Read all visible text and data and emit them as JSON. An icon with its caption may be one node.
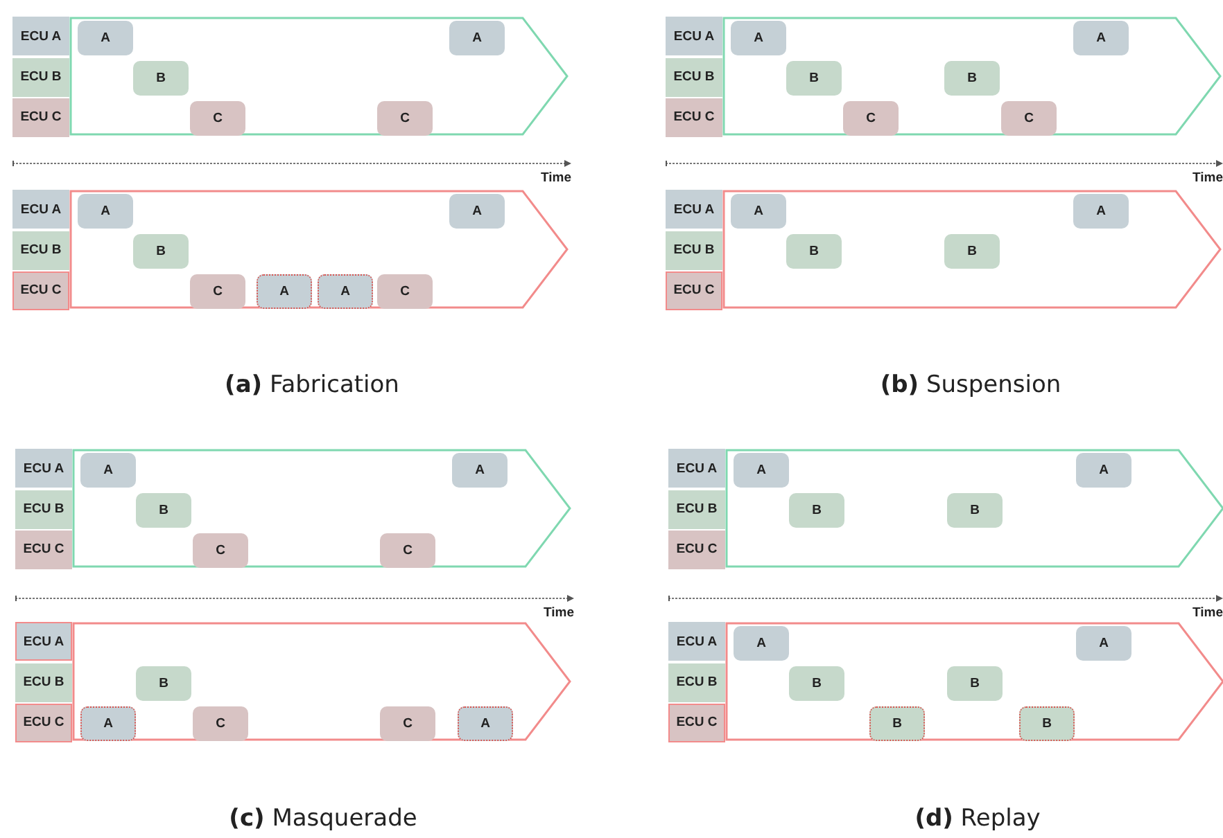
{
  "diagram": {
    "nodes": [
      {
        "text": [
          "ECU A"
        ]
      },
      {
        "text": [
          "ECU B"
        ]
      },
      {
        "text": [
          "ECU C"
        ]
      },
      {
        "text": [],
        "shape": "arrow"
      },
      {
        "text": [
          "A"
        ],
        "in": 3
      },
      {
        "text": [
          "B"
        ],
        "in": 3
      },
      {
        "text": [
          "C"
        ],
        "in": 3
      },
      {
        "text": [
          "C"
        ],
        "in": 3
      },
      {
        "text": [
          "A"
        ],
        "in": 3
      },
      {
        "text": [
          "ECU A"
        ]
      },
      {
        "text": [
          "ECU B"
        ]
      },
      {
        "text": [
          "ECU C"
        ]
      },
      {
        "text": [],
        "shape": "arrow"
      },
      {
        "text": [
          "A"
        ],
        "in": 12
      },
      {
        "text": [
          "B"
        ],
        "in": 12
      },
      {
        "text": [
          "C"
        ],
        "in": 12
      },
      {
        "text": [
          "A"
        ],
        "in": 12
      },
      {
        "text": [
          "A"
        ],
        "in": 12
      },
      {
        "text": [
          "C"
        ],
        "in": 12
      },
      {
        "text": [
          "A"
        ],
        "in": 12
      },
      {
        "text": [
          "ECU A"
        ]
      },
      {
        "text": [
          "ECU B"
        ]
      },
      {
        "text": [
          "ECU C"
        ]
      },
      {
        "text": [],
        "shape": "arrow"
      },
      {
        "text": [
          "A"
        ],
        "in": 23
      },
      {
        "text": [
          "B"
        ],
        "in": 23
      },
      {
        "text": [
          "C"
        ],
        "in": 23
      },
      {
        "text": [
          "B"
        ],
        "in": 23
      },
      {
        "text": [
          "C"
        ],
        "in": 23
      },
      {
        "text": [
          "A"
        ],
        "in": 23
      },
      {
        "text": [
          "ECU A"
        ]
      },
      {
        "text": [
          "ECU B"
        ]
      },
      {
        "text": [
          "ECU C"
        ]
      },
      {
        "text": [],
        "shape": "arrow"
      },
      {
        "text": [
          "A"
        ],
        "in": 33
      },
      {
        "text": [
          "B"
        ],
        "in": 33
      },
      {
        "text": [
          "B"
        ],
        "in": 33
      },
      {
        "text": [
          "A"
        ],
        "in": 33
      },
      {
        "text": [
          "ECU A"
        ]
      },
      {
        "text": [
          "ECU B"
        ]
      },
      {
        "text": [
          "ECU C"
        ]
      },
      {
        "text": [],
        "shape": "arrow"
      },
      {
        "text": [
          "A"
        ],
        "in": 41
      },
      {
        "text": [
          "B"
        ],
        "in": 41
      },
      {
        "text": [
          "C"
        ],
        "in": 41
      },
      {
        "text": [
          "C"
        ],
        "in": 41
      },
      {
        "text": [
          "A"
        ],
        "in": 41
      },
      {
        "text": [
          "ECU A"
        ]
      },
      {
        "text": [
          "ECU B"
        ]
      },
      {
        "text": [
          "ECU C"
        ]
      },
      {
        "text": [],
        "shape": "arrow"
      },
      {
        "text": [
          "A"
        ],
        "in": 50
      },
      {
        "text": [
          "B"
        ],
        "in": 50
      },
      {
        "text": [
          "C"
        ],
        "in": 50
      },
      {
        "text": [
          "C"
        ],
        "in": 50
      },
      {
        "text": [
          "A"
        ],
        "in": 50
      },
      {
        "text": [
          "ECU A"
        ]
      },
      {
        "text": [
          "ECU B"
        ]
      },
      {
        "text": [
          "ECU C"
        ]
      },
      {
        "text": [],
        "shape": "arrow"
      },
      {
        "text": [
          "A"
        ],
        "in": 59
      },
      {
        "text": [
          "B"
        ],
        "in": 59
      },
      {
        "text": [
          "B"
        ],
        "in": 59
      },
      {
        "text": [
          "A"
        ],
        "in": 59
      },
      {
        "text": [
          "ECU A"
        ]
      },
      {
        "text": [
          "ECU B"
        ]
      },
      {
        "text": [
          "ECU C"
        ]
      },
      {
        "text": [],
        "shape": "arrow"
      },
      {
        "text": [
          "A"
        ],
        "in": 67
      },
      {
        "text": [
          "B"
        ],
        "in": 67
      },
      {
        "text": [
          "B"
        ],
        "in": 67
      },
      {
        "text": [
          "B"
        ],
        "in": 67
      },
      {
        "text": [
          "B"
        ],
        "in": 67
      },
      {
        "text": [
          "A"
        ],
        "in": 67
      }
    ],
    "labels": [
      "Time",
      "Time",
      "**(a)** Fabrication",
      "**(b)** Suspension",
      "Time",
      "Time",
      "**(c)** Masquerade",
      "**(d)** Replay"
    ]
  }
}
